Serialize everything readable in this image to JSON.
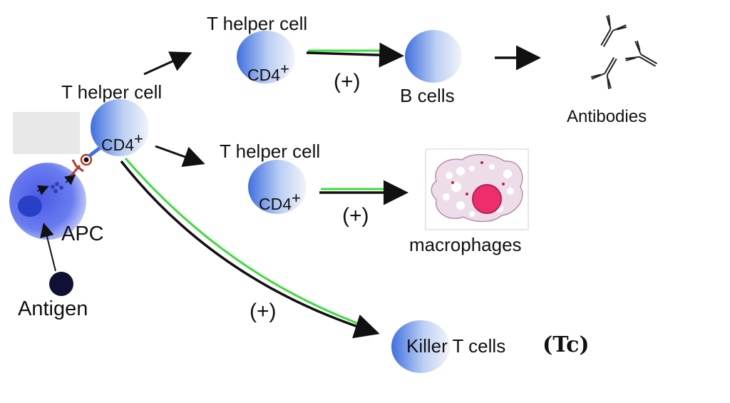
{
  "origin": {
    "helper_label": "T helper cell",
    "cd4": "CD4",
    "cd4_sup": "+",
    "apc_label": "APC",
    "antigen_label": "Antigen"
  },
  "branches": {
    "b_cell_path": {
      "helper_label": "T helper cell",
      "cd4": "CD4",
      "cd4_sup": "+",
      "sign": "(+)",
      "target_label": "B cells",
      "product_label": "Antibodies"
    },
    "macrophage_path": {
      "helper_label": "T helper cell",
      "cd4": "CD4",
      "cd4_sup": "+",
      "sign": "(+)",
      "target_label": "macrophages"
    },
    "killer_path": {
      "sign": "(+)",
      "target_label": "Killer T cells",
      "target_suffix": "(Tc)"
    }
  },
  "colors": {
    "cell_blue": "#3f6fe0",
    "apc_blue": "#5468ea",
    "antigen": "#0e1133",
    "arrow": "#111111",
    "accent_green": "#3ddc3d",
    "macrophage_nucleus": "#ee2d6a",
    "receptor": "#b33a2a"
  }
}
